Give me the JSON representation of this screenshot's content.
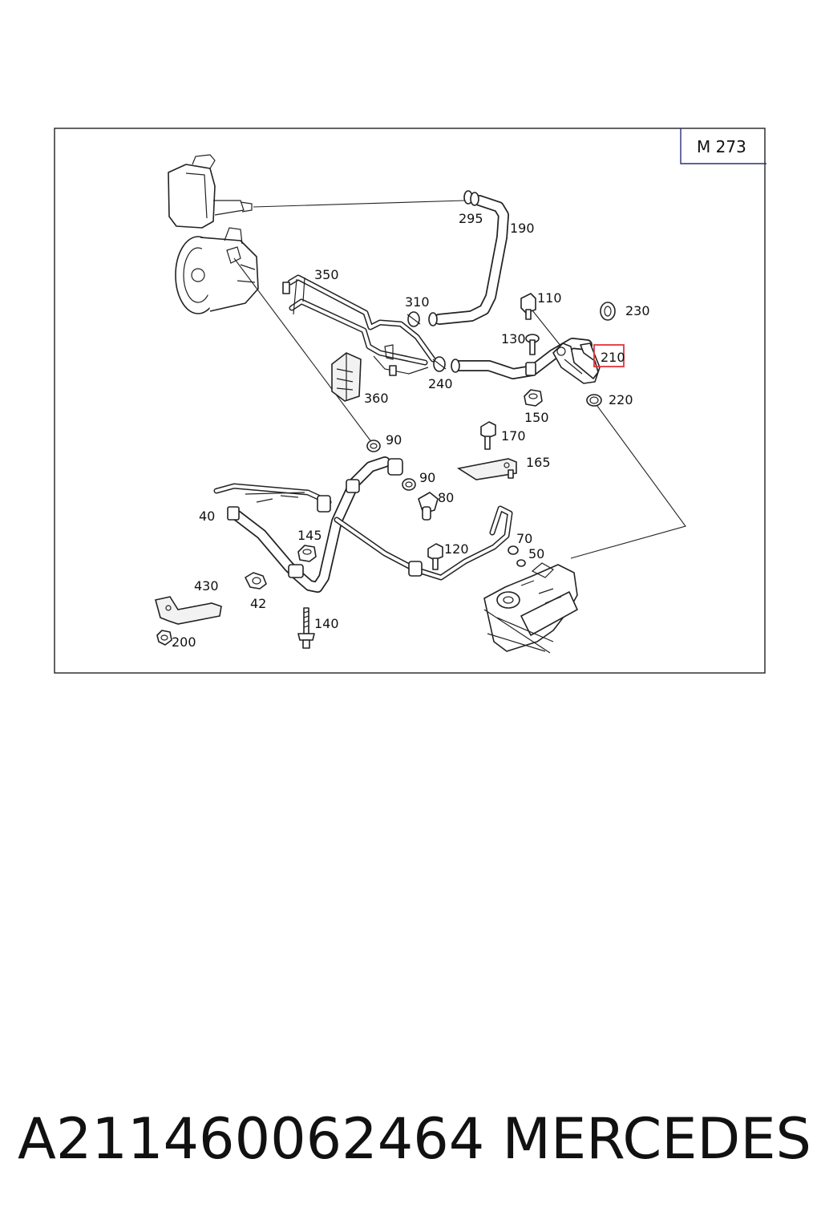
{
  "diagram": {
    "engine_code": "M 273",
    "highlighted_part": "210",
    "highlight_color": "#e0343c",
    "callouts": [
      "295",
      "190",
      "350",
      "310",
      "110",
      "230",
      "130",
      "210",
      "240",
      "360",
      "220",
      "150",
      "90",
      "170",
      "165",
      "90",
      "80",
      "40",
      "145",
      "70",
      "120",
      "50",
      "430",
      "42",
      "140",
      "200"
    ]
  },
  "caption": {
    "part_number": "A211460062464",
    "brand": "MERCEDES"
  }
}
